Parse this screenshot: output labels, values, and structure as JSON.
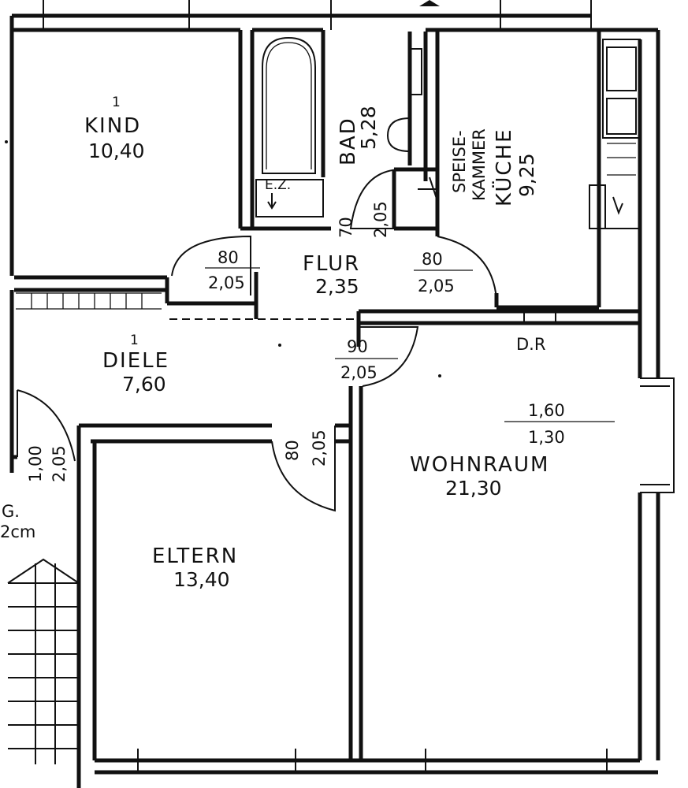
{
  "rooms": {
    "kind": {
      "name": "KIND",
      "area": "10,40",
      "mark": "1"
    },
    "bad": {
      "name": "BAD",
      "area": "5,28"
    },
    "speise": {
      "name1": "SPEISE-",
      "name2": "KAMMER"
    },
    "kueche": {
      "name": "KÜCHE",
      "area": "9,25"
    },
    "flur": {
      "name": "FLUR",
      "area": "2,35"
    },
    "diele": {
      "name": "DIELE",
      "area": "7,60",
      "mark": "1"
    },
    "wohnraum": {
      "name": "WOHNRAUM",
      "area": "21,30"
    },
    "eltern": {
      "name": "ELTERN",
      "area": "13,40"
    }
  },
  "doors": {
    "flur_left": {
      "width": "80",
      "height": "2,05"
    },
    "flur_right": {
      "width": "80",
      "height": "2,05"
    },
    "bad": {
      "width": "70",
      "height": "2,05"
    },
    "diele": {
      "width": "90",
      "height": "2,05"
    },
    "eltern": {
      "width": "80",
      "height": "2,05"
    },
    "entrance": {
      "width": "1,00",
      "height": "2,05"
    }
  },
  "window": {
    "width": "1,60",
    "height": "1,30"
  },
  "annotations": {
    "dr": "D.R",
    "ez": "E.Z.",
    "stair_g": "G.",
    "stair_cm": "2cm"
  }
}
